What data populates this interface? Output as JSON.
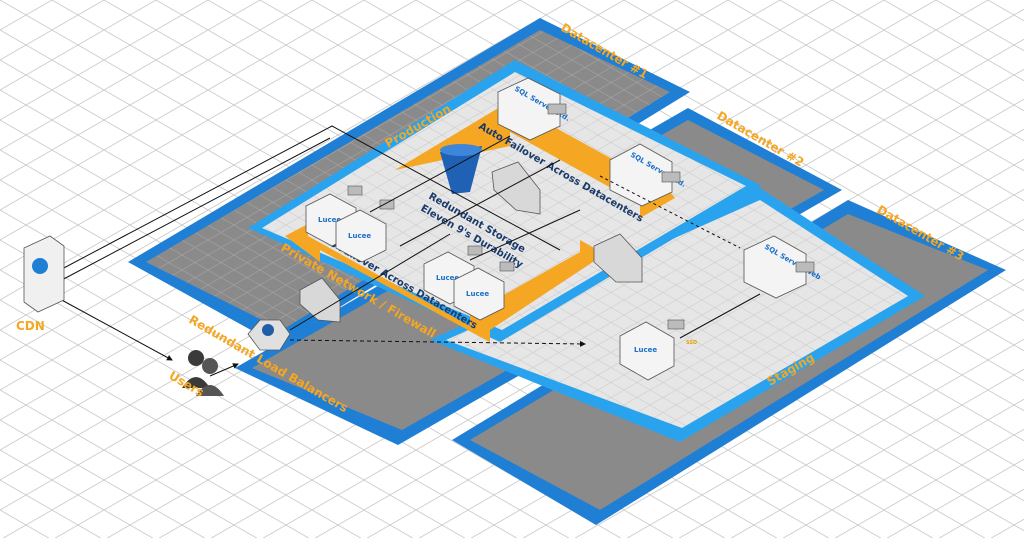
{
  "labels": {
    "dc1": "Datacenter #1",
    "dc2": "Datacenter #2",
    "dc3": "Datacenter #3",
    "production": "Production",
    "staging": "Staging",
    "private_network": "Private Network / Firewall",
    "failover_top": "Auto Failover Across Datacenters",
    "failover_bottom": "Auto Failover Across Datacenters",
    "storage_line1": "Redundant Storage",
    "storage_line2": "Eleven 9's Durability",
    "cdn": "CDN",
    "users": "Users",
    "load_balancers": "Redundant Load Balancers",
    "sql_std_1": "SQL Server Std.",
    "sql_std_2": "SQL Server Std.",
    "sql_web": "SQL Server Web",
    "lucee": "Lucee",
    "ssd": "SSD"
  },
  "colors": {
    "grid": "#c8c8c8",
    "blue": "#1f7fd4",
    "blue_light": "#2aa3ee",
    "dc_gray": "#8a8a8a",
    "inner": "#e6e6e6",
    "arrow": "#f5a623"
  },
  "icons": {
    "cdn": "cdn-server-icon",
    "users": "users-icon",
    "load_balancer": "load-balancer-icon",
    "storage": "bucket-icon",
    "firewall": "firewall-icon",
    "server": "server-box-icon",
    "disk": "ssd-disk-icon"
  }
}
